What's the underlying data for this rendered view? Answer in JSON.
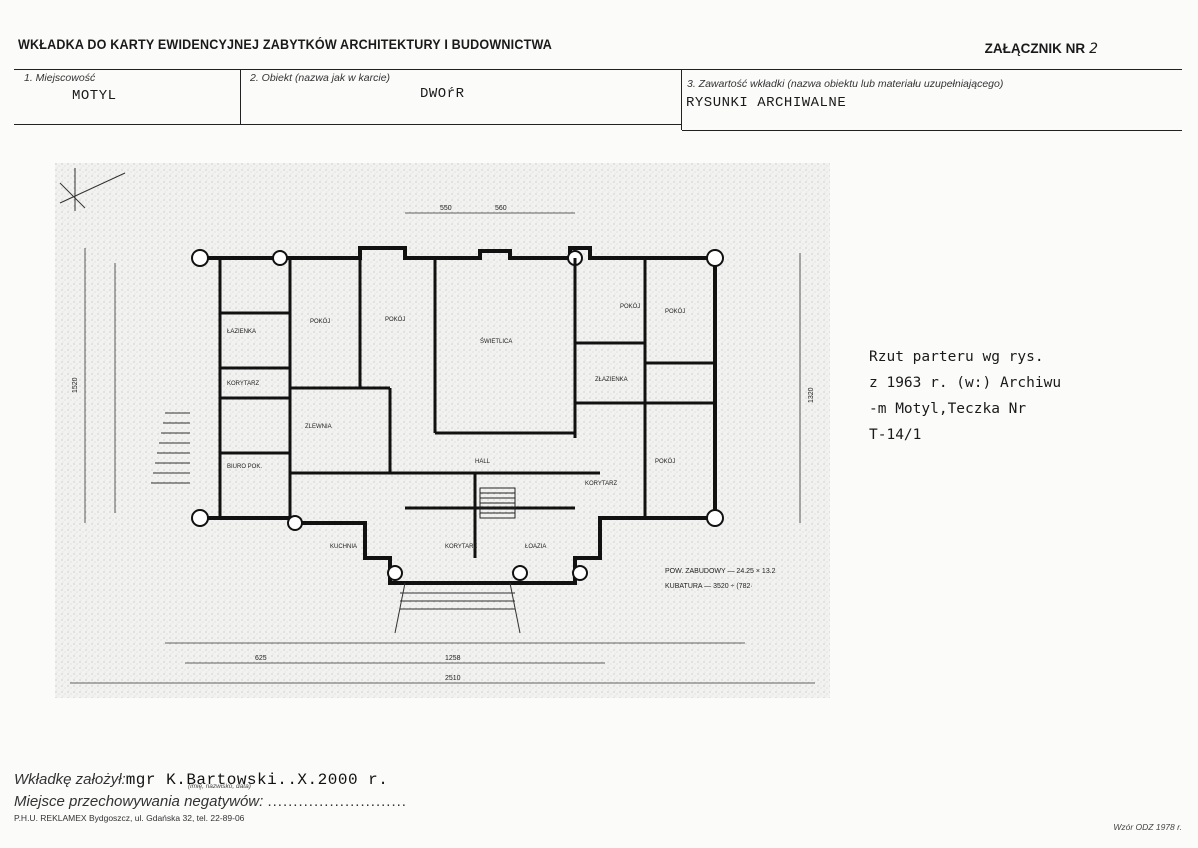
{
  "header": {
    "title": "WKŁADKA DO KARTY EWIDENCYJNEJ ZABYTKÓW ARCHITEKTURY I BUDOWNICTWA",
    "annex_label": "ZAŁĄCZNIK NR",
    "annex_number": "2"
  },
  "fields": {
    "location_label": "1. Miejscowość",
    "location_value": "MOTYL",
    "object_label": "2. Obiekt (nazwa jak w karcie)",
    "object_value": "DWOŕR",
    "contents_label": "3. Zawartość wkładki (nazwa obiektu lub materiału uzupełniającego)",
    "contents_value": "RYSUNKI ARCHIWALNE"
  },
  "drawing": {
    "rooms": [
      "ŚWIETLICA",
      "HALL",
      "POKÓJ",
      "POKÓJ",
      "POKÓJ",
      "ŁAZIENKA",
      "KORYTARZ",
      "BIURO POK.",
      "KORYTARZ",
      "KUCHNIA",
      "ZŁAZIENKA",
      "ZLEWNIA",
      "POKÓJ",
      "POKÓJ",
      "KORYTARZ",
      "ŁOAZIA"
    ],
    "dimensions": [
      "2510",
      "1258",
      "625",
      "550",
      "560",
      "1520",
      "1320"
    ],
    "notes": [
      "POW. ZABUDOWY — 24.25 × 13.2",
      "KUBATURA — 3520 ÷ (782·"
    ]
  },
  "caption": {
    "lines": [
      "Rzut parteru wg rys.",
      "z 1963 r. (w:) Archiwu",
      "-m Motyl,Teczka Nr",
      "T-14/1"
    ]
  },
  "footer": {
    "created_label": "Wkładkę założył:",
    "created_value": "mgr K.Bartowski..X.2000 r.",
    "created_hint": "(imię, nazwisko, data)",
    "storage_label": "Miejsce przechowywania negatywów:",
    "storage_dots": "...........................",
    "printer": "P.H.U. REKLAMEX Bydgoszcz, ul. Gdańska 32, tel. 22-89-06",
    "form_ref": "Wzór ODZ 1978 r."
  }
}
